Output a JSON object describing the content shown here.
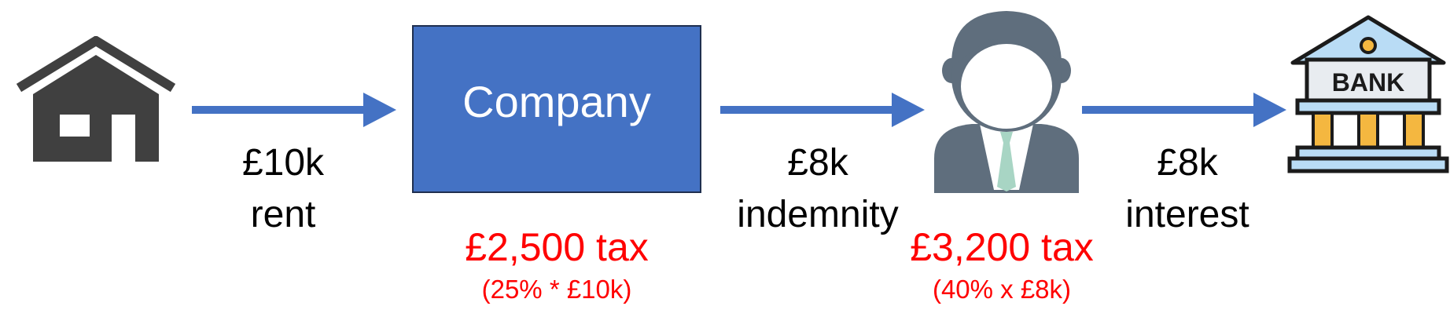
{
  "nodes": {
    "company": {
      "label": "Company"
    },
    "house": {
      "icon": "house-icon"
    },
    "person": {
      "icon": "businessman-icon"
    },
    "bank": {
      "icon": "bank-icon",
      "sign": "BANK"
    }
  },
  "flows": [
    {
      "amount": "£10k",
      "label": "rent"
    },
    {
      "amount": "£8k",
      "label": "indemnity"
    },
    {
      "amount": "£8k",
      "label": "interest"
    }
  ],
  "taxes": [
    {
      "amount": "£2,500 tax",
      "calc": "(25% * £10k)"
    },
    {
      "amount": "£3,200 tax",
      "calc": "(40% x £8k)"
    }
  ],
  "colors": {
    "arrow": "#4472C4",
    "company_fill": "#4472C4",
    "tax_text": "#ff0000",
    "house": "#404040",
    "person": "#5f6e7d",
    "tie": "#a8d5c4"
  }
}
